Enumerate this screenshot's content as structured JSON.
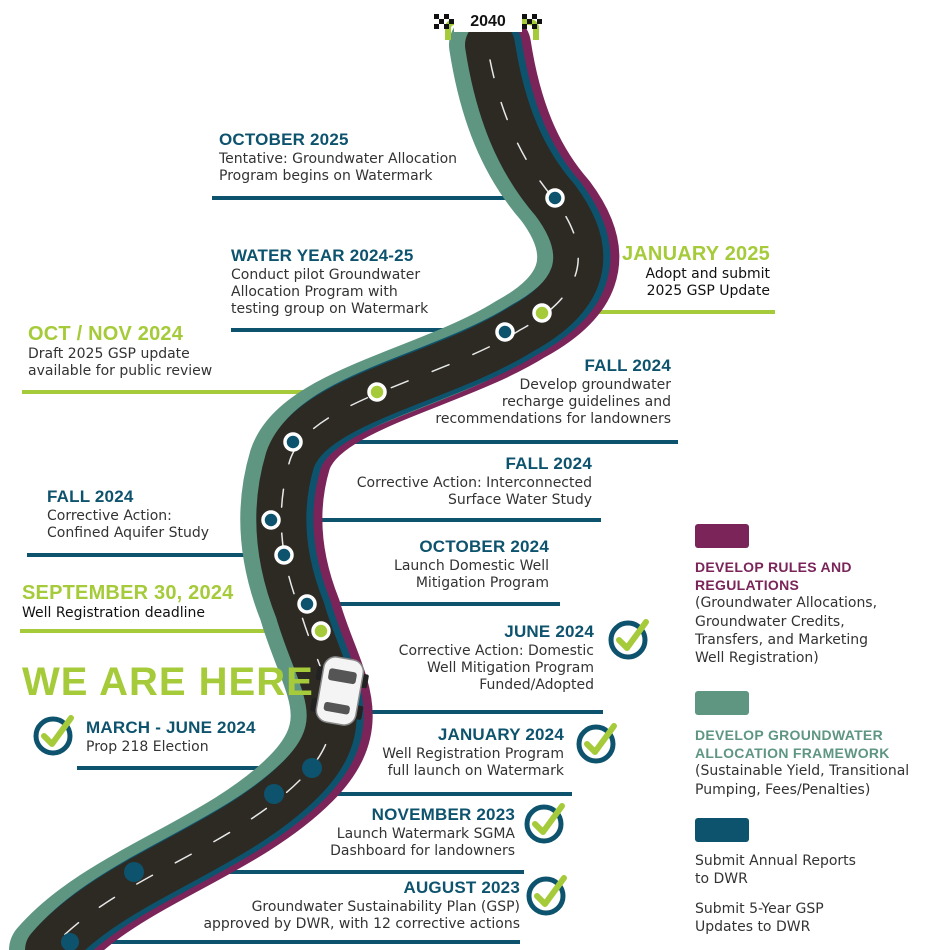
{
  "finish_year": "2040",
  "we_are_here": "WE ARE HERE",
  "events": {
    "oct2025": {
      "title": "OCTOBER 2025",
      "lines": [
        "Tentative: Groundwater Allocation",
        "Program begins on Watermark"
      ]
    },
    "wy2425": {
      "title": "WATER YEAR 2024-25",
      "lines": [
        "Conduct pilot Groundwater",
        "Allocation Program with",
        "testing group on Watermark"
      ]
    },
    "jan2025": {
      "title": "JANUARY 2025",
      "lines": [
        "Adopt and submit",
        "2025 GSP Update"
      ]
    },
    "octnov2024": {
      "title": "OCT / NOV 2024",
      "lines": [
        "Draft 2025 GSP update",
        "available for public review"
      ]
    },
    "fall2024a": {
      "title": "FALL 2024",
      "lines": [
        "Develop groundwater",
        "recharge guidelines and",
        "recommendations for landowners"
      ]
    },
    "fall2024b": {
      "title": "FALL 2024",
      "lines": [
        "Corrective Action: Interconnected",
        "Surface Water Study"
      ]
    },
    "fall2024c": {
      "title": "FALL 2024",
      "lines": [
        "Corrective Action:",
        "Confined Aquifer Study"
      ]
    },
    "oct2024": {
      "title": "OCTOBER 2024",
      "lines": [
        "Launch Domestic Well",
        "Mitigation Program"
      ]
    },
    "sep2024": {
      "title": "SEPTEMBER 30, 2024",
      "lines": [
        "Well Registration deadline"
      ]
    },
    "jun2024": {
      "title": "JUNE 2024",
      "lines": [
        "Corrective Action: Domestic",
        "Well Mitigation Program",
        "Funded/Adopted"
      ]
    },
    "marjun2024": {
      "title": "MARCH - JUNE 2024",
      "lines": [
        "Prop 218 Election"
      ]
    },
    "jan2024": {
      "title": "JANUARY 2024",
      "lines": [
        "Well Registration Program",
        "full launch on Watermark"
      ]
    },
    "nov2023": {
      "title": "NOVEMBER 2023",
      "lines": [
        "Launch Watermark SGMA",
        "Dashboard for landowners"
      ]
    },
    "aug2023": {
      "title": "AUGUST 2023",
      "lines": [
        "Groundwater Sustainability Plan (GSP)",
        "approved by DWR, with 12 corrective actions"
      ]
    }
  },
  "legend": {
    "rules": {
      "color": "#7a2459",
      "title": [
        "DEVELOP RULES AND",
        "REGULATIONS"
      ],
      "lines": [
        "(Groundwater Allocations,",
        "Groundwater Credits,",
        "Transfers, and Marketing",
        "Well Registration)"
      ]
    },
    "framework": {
      "color": "#5e9682",
      "title": [
        "DEVELOP GROUNDWATER",
        "ALLOCATION FRAMEWORK"
      ],
      "lines": [
        "(Sustainable Yield, Transitional",
        "Pumping, Fees/Penalties)"
      ]
    },
    "reports": {
      "color": "#0e536e",
      "lines": [
        "Submit Annual Reports",
        "to DWR"
      ]
    },
    "updates": {
      "lines": [
        "Submit 5-Year GSP",
        "Updates to DWR"
      ]
    }
  },
  "colors": {
    "navy": "#0e536e",
    "lime": "#a6cb3a",
    "plum": "#7a2459",
    "sage": "#5e9682",
    "road": "#2c2a23"
  }
}
